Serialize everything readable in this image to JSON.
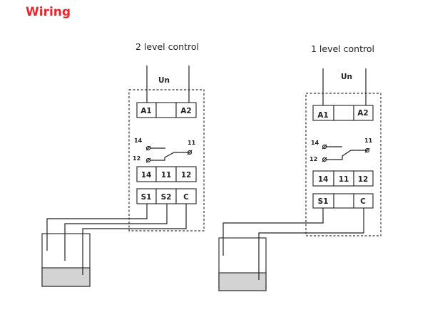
{
  "title": "Wiring",
  "left": {
    "caption": "2 level control",
    "supply": "Un",
    "row1": [
      "A1",
      "",
      "A2"
    ],
    "contacts": {
      "c14": "14",
      "c12": "12",
      "c11": "11"
    },
    "row2": [
      "14",
      "11",
      "12"
    ],
    "row3": [
      "S1",
      "S2",
      "C"
    ]
  },
  "right": {
    "caption": "1 level control",
    "supply": "Un",
    "row1": [
      "A1",
      "",
      "A2"
    ],
    "contacts": {
      "c14": "14",
      "c12": "12",
      "c11": "11"
    },
    "row2": [
      "14",
      "11",
      "12"
    ],
    "row3": [
      "S1",
      "",
      "C"
    ]
  }
}
